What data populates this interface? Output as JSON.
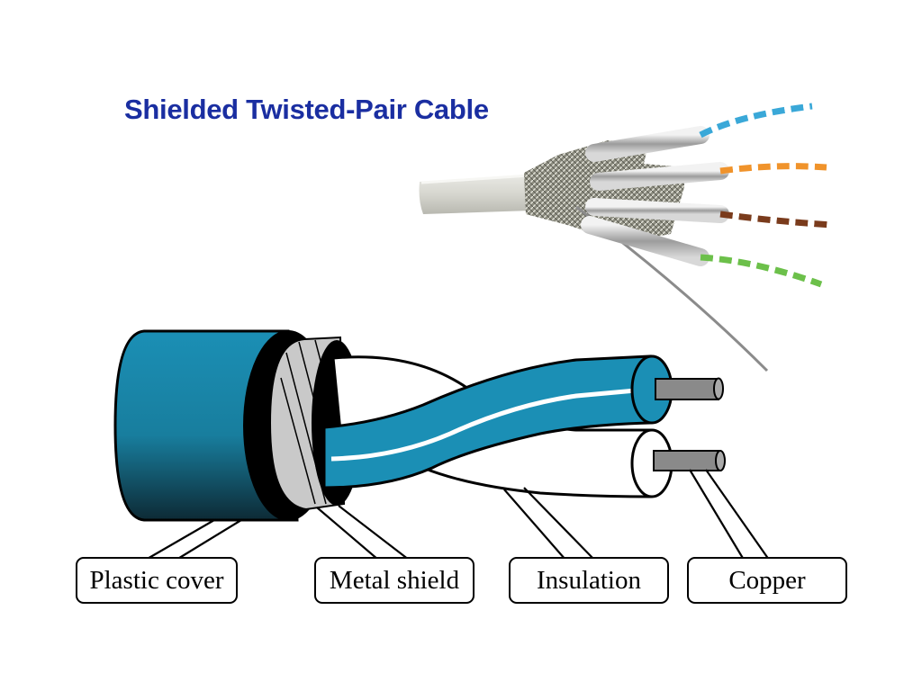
{
  "title": "Shielded Twisted-Pair Cable",
  "labels": {
    "plastic_cover": "Plastic cover",
    "metal_shield": "Metal shield",
    "insulation": "Insulation",
    "copper": "Copper"
  },
  "colors": {
    "title": "#1a2ea1",
    "cable_blue": "#1b8fb5",
    "shield_gray": "#c9c9c9",
    "copper_gray": "#8a8a8a",
    "wire_blue": "#3aa8d8",
    "wire_orange": "#f0932b",
    "wire_brown": "#7a3b1c",
    "wire_green": "#6cc04a"
  }
}
